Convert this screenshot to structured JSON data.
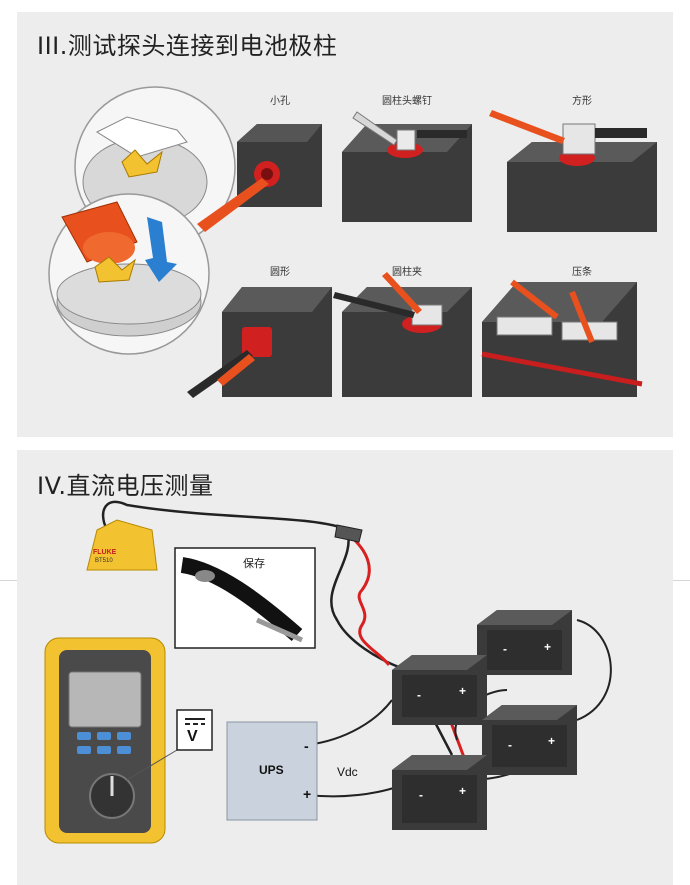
{
  "section3": {
    "title": "III.测试探头连接到电池极柱",
    "captions": {
      "small_hole": "小孔",
      "cylinder_screw": "圆柱头螺钉",
      "square": "方形",
      "round": "圆形",
      "cylinder_clamp": "圆柱夹",
      "strip": "压条"
    }
  },
  "section4": {
    "title": "IV.直流电压测量",
    "inset_label": "保存",
    "ups_label": "UPS",
    "ups_minus": "-",
    "ups_plus": "+",
    "vdc_label": "Vdc",
    "dc_symbol": "V",
    "meter_brand": "FLUKE",
    "meter_model": "BT510",
    "battery_minus": "-",
    "battery_plus": "+"
  },
  "colors": {
    "panel_bg": "#ededed",
    "probe_red": "#e8501e",
    "battery_dark": "#3a3a3a",
    "meter_yellow": "#f2c230",
    "lead_red": "#d92020"
  }
}
